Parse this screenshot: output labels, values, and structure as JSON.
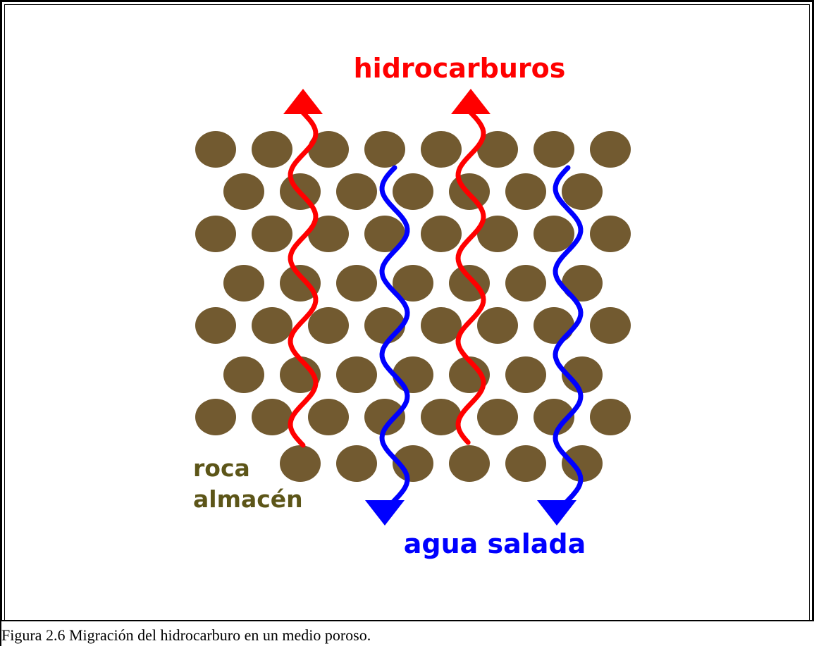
{
  "diagram": {
    "label_hydrocarbons": "hidrocarburos",
    "label_saltwater": "agua salada",
    "label_rock_line1": "roca",
    "label_rock_line2": "almacén",
    "colors": {
      "grain": "#725a30",
      "hydrocarbon_path": "#ff0000",
      "saltwater_path": "#0000ff",
      "hydrocarbon_text": "#ff0000",
      "saltwater_text": "#0000ff",
      "rock_text": "#5c5518"
    },
    "icons": {
      "upward_arrow": "arrow-up-icon",
      "downward_arrow": "arrow-down-icon"
    }
  },
  "caption": {
    "text": "Figura 2.6 Migración del hidrocarburo en un medio poroso."
  }
}
